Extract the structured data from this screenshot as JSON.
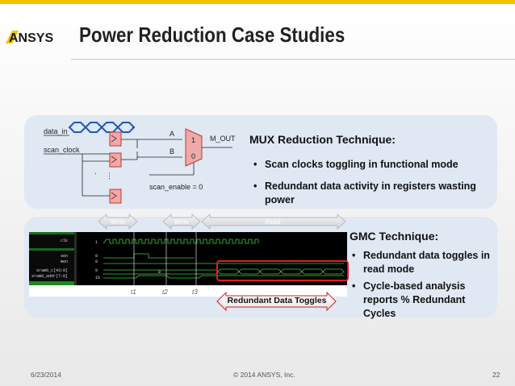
{
  "slide": {
    "logo_text": "ANSYS",
    "title": "Power Reduction Case Studies",
    "mux": {
      "heading": "MUX Reduction Technique:",
      "bullets": [
        "Scan clocks toggling in functional mode",
        "Redundant data activity in registers wasting power"
      ],
      "diagram": {
        "data_in": "data_in",
        "scan_clock": "scan_clock",
        "label_a": "A",
        "label_b": "B",
        "mux_1": "1",
        "mux_0": "0",
        "m_out": "M_OUT",
        "scan_enable": "scan_enable = 0"
      }
    },
    "gmc": {
      "heading": "GMC Technique:",
      "bullets": [
        "Redundant data toggles in read mode",
        "Cycle-based analysis reports % Redundant Cycles"
      ],
      "arrows": {
        "write1": "Write",
        "write2": "Write",
        "read": "Read"
      },
      "redundant_label": "Redundant Data Toggles",
      "time_labels": [
        "t1",
        "t2",
        "t3"
      ],
      "signal_names": [
        "clk",
        "sen",
        "men",
        "sram0_c[43:0]",
        "sram0_addr[7:0]"
      ],
      "signal_values": [
        "1",
        "0",
        "0",
        "0",
        "1b"
      ],
      "bus_value": "8"
    },
    "footer": {
      "date": "6/23/2014",
      "copyright": "© 2014 ANSYS, Inc.",
      "page": "22"
    }
  }
}
